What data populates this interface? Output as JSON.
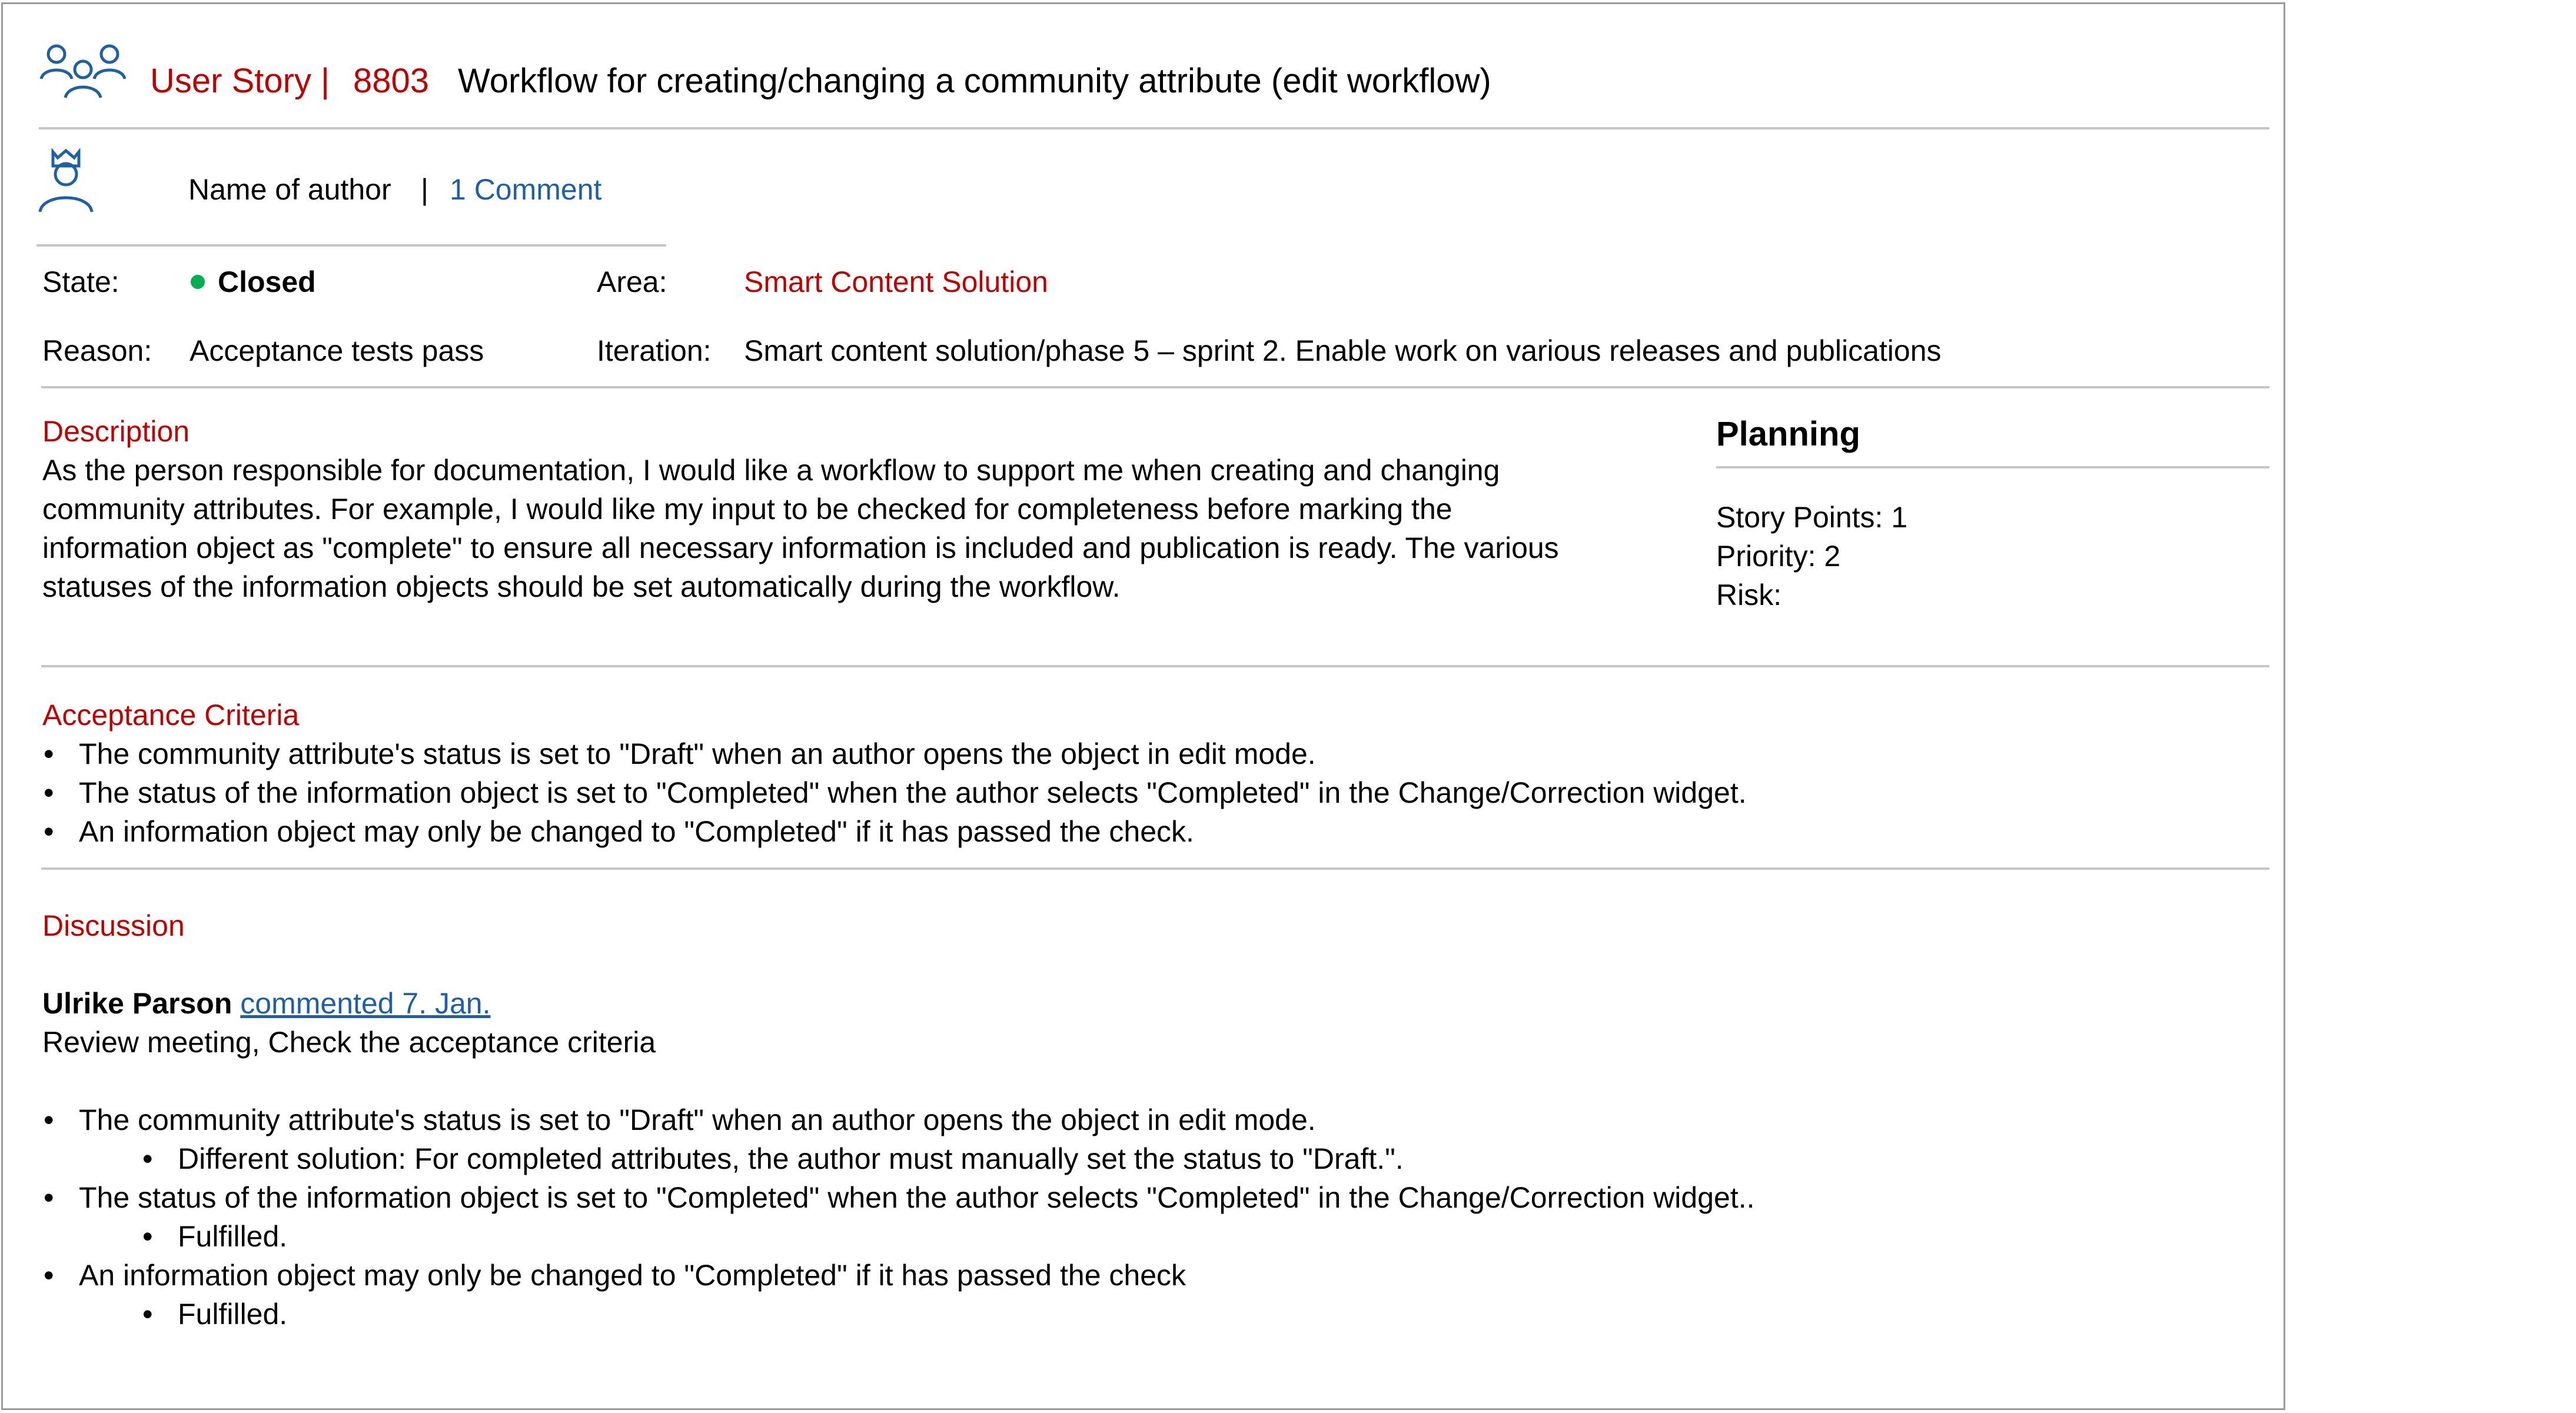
{
  "header": {
    "icon": "users-group-icon",
    "type_label": "User Story |",
    "id": "8803",
    "title": "Workflow for creating/changing a community attribute (edit workflow)"
  },
  "author": {
    "icon": "person-crown-icon",
    "name": "Name of author",
    "separator": "|",
    "comments": "1 Comment"
  },
  "fields": {
    "state_label": "State:",
    "state_value": "Closed",
    "state_color": "#00b050",
    "area_label": "Area:",
    "area_value": "Smart Content Solution",
    "reason_label": "Reason:",
    "reason_value": "Acceptance tests pass",
    "iteration_label": "Iteration:",
    "iteration_value": "Smart content solution/phase 5 – sprint 2. Enable work on various releases and publications"
  },
  "description": {
    "heading": "Description",
    "text": "As the person responsible for documentation, I would like a workflow to support me when creating and changing community attributes. For example, I would like my input to be checked for completeness before marking the information object as \"complete\" to ensure all necessary information is included and publication is ready. The various statuses of the information objects should be set automatically during the workflow."
  },
  "planning": {
    "heading": "Planning",
    "story_points": "Story Points: 1",
    "priority": "Priority: 2",
    "risk": "Risk:"
  },
  "acceptance": {
    "heading": "Acceptance Criteria",
    "items": [
      "The community attribute's status is set to \"Draft\" when an author opens the object in edit mode.",
      "The status of the information object is set to \"Completed\" when the author selects \"Completed\" in the Change/Correction widget.",
      "An information object may only be changed to \"Completed\" if it has passed the check."
    ]
  },
  "discussion": {
    "heading": "Discussion",
    "commenter": "Ulrike Parson",
    "comment_link": "commented 7. Jan.",
    "comment_intro": "Review meeting, Check the acceptance criteria",
    "items": [
      "The community attribute's status is set to \"Draft\" when an author opens the object in edit mode.",
      "Different solution: For completed attributes, the author must manually set the status to \"Draft.\".",
      "The status of the information object is set to \"Completed\" when the author selects \"Completed\" in the Change/Correction widget..",
      "Fulfilled.",
      "An information object may only be changed to \"Completed\" if it has passed the check",
      "Fulfilled."
    ]
  },
  "colors": {
    "accent_red": "#c00000",
    "link_blue": "#1f5fa6",
    "divider": "#c6c6c6"
  }
}
